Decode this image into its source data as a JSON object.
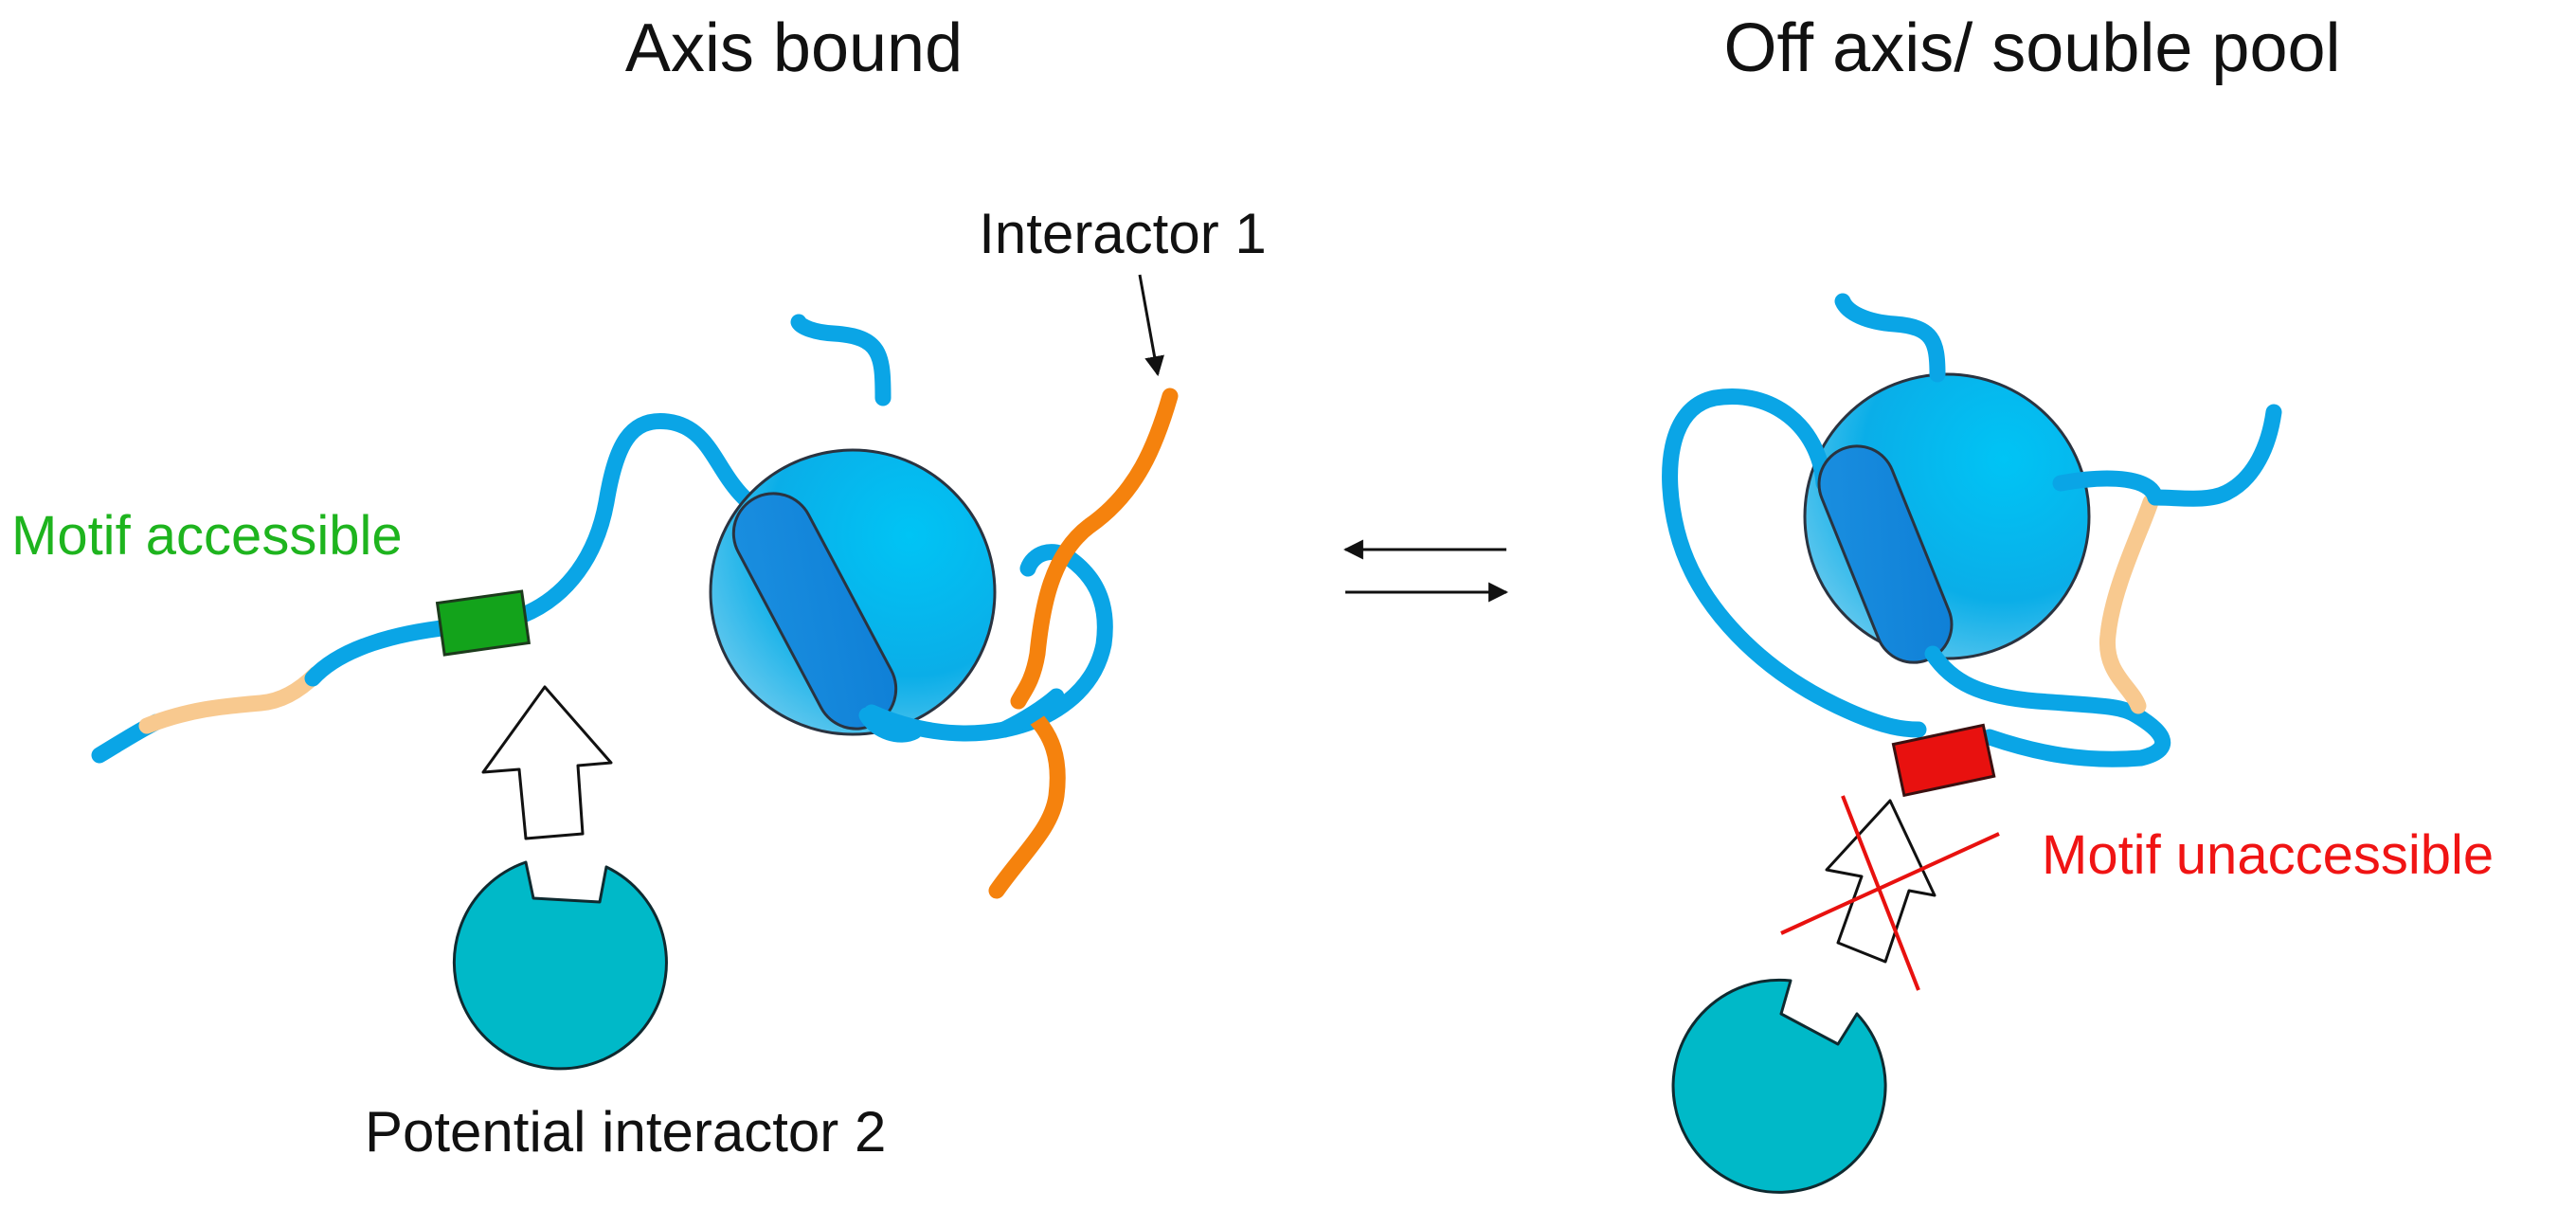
{
  "panels": {
    "left": {
      "title": "Axis bound"
    },
    "right": {
      "title": "Off axis/ souble pool"
    }
  },
  "labels": {
    "interactor_1": "Interactor 1",
    "motif_accessible": "Motif accessible",
    "potential_interactor_2": "Potential interactor 2",
    "motif_unaccessible": "Motif unaccessible"
  },
  "colors": {
    "chain_blue": "#0aa5e6",
    "disordered_segment": "#f8c98f",
    "interactor_orange": "#f5820d",
    "accessible_motif": "#13a31b",
    "inaccessible_motif": "#e8110f",
    "interactor_2_teal": "#00b9c8",
    "accessible_label": "#1eb41e",
    "inaccessible_label": "#f01414"
  },
  "icons": {
    "equilibrium": "equilibrium-arrows-icon",
    "binding_arrow": "binding-arrow-icon",
    "blocked": "cross-out-icon"
  }
}
